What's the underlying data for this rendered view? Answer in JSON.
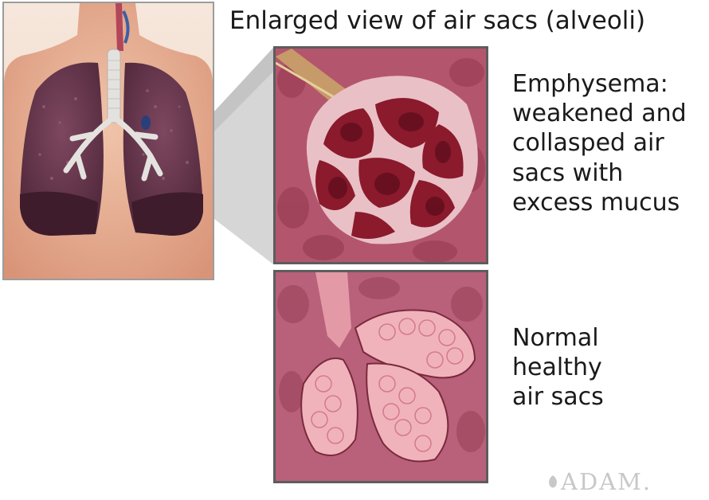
{
  "title": "Enlarged view of air sacs (alveoli)",
  "emphysema_label": "Emphysema:\nweakened and\ncollasped air\nsacs with\nexcess mucus",
  "normal_label": "Normal\nhealthy\nair sacs",
  "logo_text": "ADAM.",
  "colors": {
    "skin": "#e8b49a",
    "lung": "#6e3a52",
    "tissue": "#b85a72",
    "damaged_alveoli": "#8a1a2c",
    "healthy_alveoli": "#e597a3"
  }
}
